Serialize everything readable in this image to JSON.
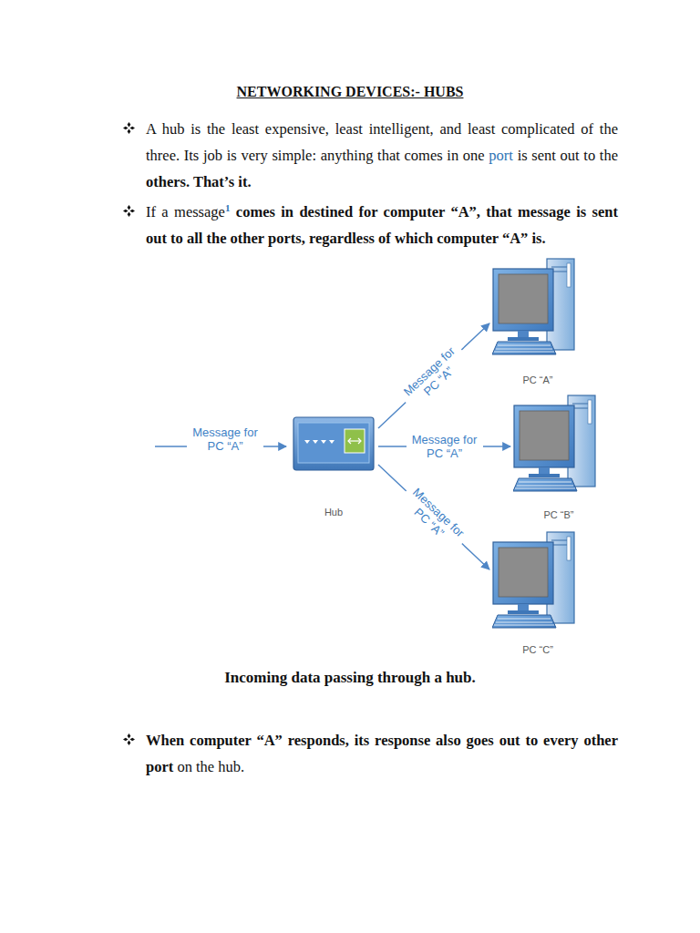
{
  "diagram": {
    "title": "NETWORKING DEVICES:- HUBS",
    "caption": "Incoming data passing through a hub.",
    "nodes": [
      {
        "text": [
          "Hub"
        ]
      },
      {
        "text": [
          "PC “A”"
        ]
      },
      {
        "text": [
          "PC “B”"
        ]
      },
      {
        "text": [
          "PC “C”"
        ]
      }
    ],
    "edges": [
      {
        "from": 0,
        "to": 1,
        "arrow": "to",
        "label": "Message for PC “A”"
      },
      {
        "from": 0,
        "to": 2,
        "arrow": "to",
        "label": "Message for PC “A”"
      },
      {
        "from": 0,
        "to": 3,
        "arrow": "to",
        "label": "Message for PC “A”"
      }
    ],
    "labels": [
      "A hub is the least expensive, least intelligent, and least complicated of the three. Its job is very simple: anything that comes in one",
      "port",
      "is sent out to the",
      "others. That’s it.",
      "If a message",
      "1",
      "comes in destined for computer “A”, that message is sent out to all the other ports, regardless of which computer “A” is.",
      "Message for PC “A”",
      "When computer “A” responds, its response also goes out to every other port",
      "on the hub."
    ]
  }
}
